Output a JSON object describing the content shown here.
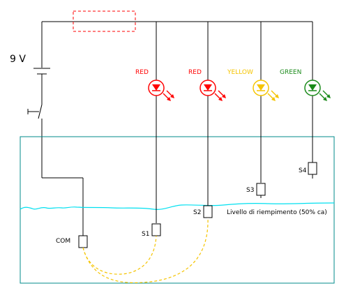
{
  "battery": {
    "label": "9 V"
  },
  "leds": [
    {
      "label": "RED",
      "color": "#ff0000"
    },
    {
      "label": "RED",
      "color": "#ff0000"
    },
    {
      "label": "YELLOW",
      "color": "#f5c400"
    },
    {
      "label": "GREEN",
      "color": "#1a8a1a"
    }
  ],
  "sensors": {
    "com": "COM",
    "s1": "S1",
    "s2": "S2",
    "s3": "S3",
    "s4": "S4"
  },
  "water": {
    "label": "Livello di riempimento (50% ca)",
    "color": "#00e0f0"
  },
  "colors": {
    "tank": "#008b8b",
    "fuse": "#ff0000",
    "wire": "#000000",
    "link": "#f5c400"
  }
}
